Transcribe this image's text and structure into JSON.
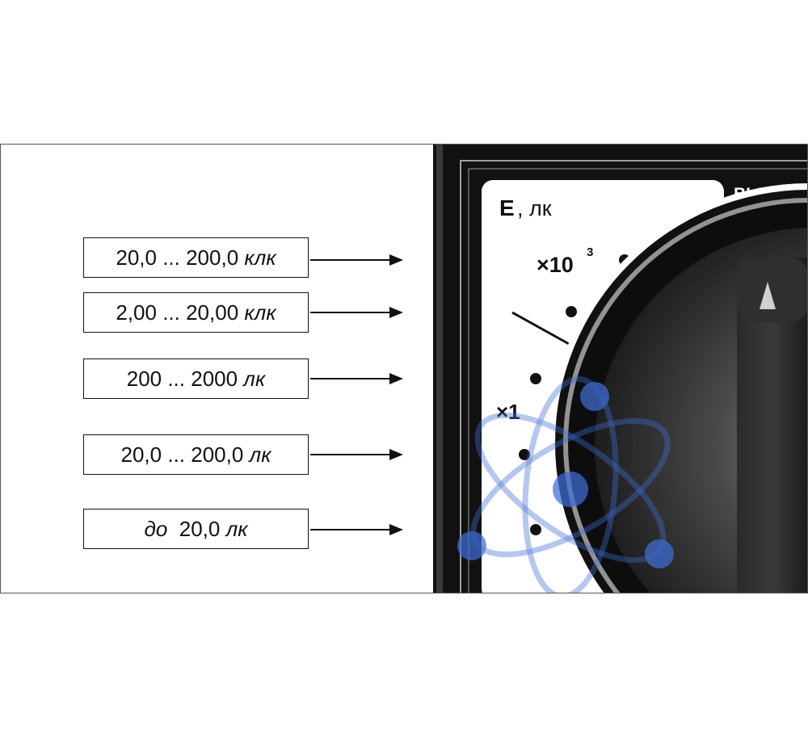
{
  "ranges": [
    {
      "value": "20,0 ... 200,0 ",
      "unit": "клк"
    },
    {
      "value": "2,00 ... 20,00 ",
      "unit": "клк"
    },
    {
      "value": "200 ... 2000 ",
      "unit": "лк"
    },
    {
      "value": "20,0 ... 200,0 ",
      "unit": "лк"
    },
    {
      "value": "до",
      "prefix_italic": true,
      "value_rest": "  20,0 ",
      "unit": "лк"
    }
  ],
  "device": {
    "quantity_symbol": "E",
    "quantity_unit": ", лк",
    "off_label": "ВЫКЛ.",
    "multiplier_1000_base": "×10",
    "multiplier_1000_exp": "3",
    "multiplier_1_label": "×1"
  },
  "colors": {
    "device_body": "#111111",
    "scale_plate": "#ffffff",
    "watermark": "#3f6fd6"
  }
}
